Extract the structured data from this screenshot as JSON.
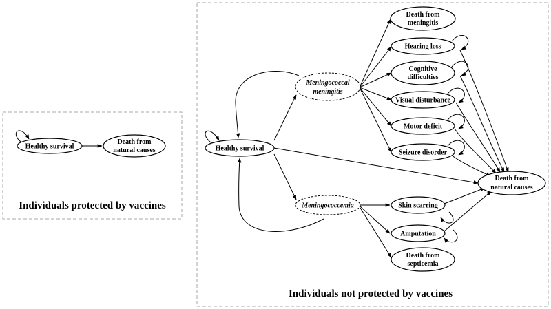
{
  "left_panel": {
    "healthy_survival": "Healthy survival",
    "death_natural_line1": "Death from",
    "death_natural_line2": "natural causes",
    "caption": "Individuals protected by vaccines"
  },
  "right_panel": {
    "healthy_survival": "Healthy survival",
    "meningitis_line1": "Meningococcal",
    "meningitis_line2": "meningitis",
    "meningococcemia": "Meningococcemia",
    "death_meningitis_line1": "Death from",
    "death_meningitis_line2": "meningitis",
    "hearing_loss": "Hearing loss",
    "cognitive_line1": "Cognitive",
    "cognitive_line2": "difficulties",
    "visual": "Visual disturbance",
    "motor": "Motor deficit",
    "seizure": "Seizure disorder",
    "death_natural_line1": "Death from",
    "death_natural_line2": "natural causes",
    "skin": "Skin scarring",
    "amputation": "Amputation",
    "death_septicemia_line1": "Death from",
    "death_septicemia_line2": "septicemia",
    "caption": "Individuals not protected by vaccines"
  }
}
